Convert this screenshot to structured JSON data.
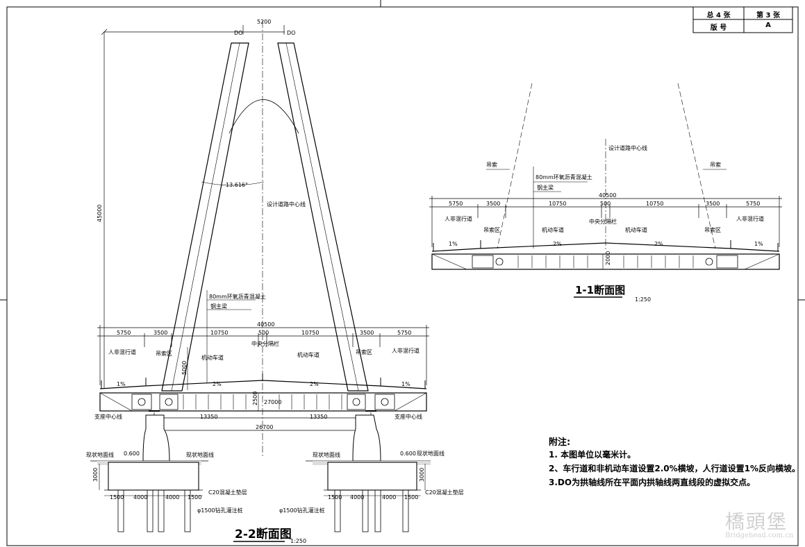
{
  "title_block": {
    "total_sheets": "总 4 张",
    "sheet_no": "第 3 张",
    "version_label": "版 号",
    "version_value": "A"
  },
  "section_11": {
    "title": "1-1断面图",
    "scale": "1:250",
    "road_centerline": "设计道路中心线",
    "hanger_left": "吊索",
    "hanger_right": "吊索",
    "pavement": "80mm环氧沥青混凝土",
    "girder": "钢主梁",
    "total_width": "40500",
    "widths": [
      "5750",
      "3500",
      "10750",
      "500",
      "10750",
      "3500",
      "5750"
    ],
    "lanes": {
      "sidewalk_left": "人非混行道",
      "anchor_left": "吊索区",
      "motor_left": "机动车道",
      "median": "中央分隔栏",
      "motor_right": "机动车道",
      "anchor_right": "吊索区",
      "sidewalk_right": "人非混行道"
    },
    "slopes": {
      "left_walk": "1%",
      "left_road": "2%",
      "right_road": "2%",
      "right_walk": "1%"
    },
    "girder_height": "2000"
  },
  "section_22": {
    "title": "2-2断面图",
    "scale": "1:250",
    "do_left": "DO",
    "do_right": "DO",
    "top_spacing": "5200",
    "tower_height": "45000",
    "angle": "13.616°",
    "road_centerline": "设计道路中心线",
    "pavement": "80mm环氧沥青混凝土",
    "girder": "钢主梁",
    "total_width": "40500",
    "widths": [
      "5750",
      "3500",
      "10750",
      "500",
      "10750",
      "3500",
      "5750"
    ],
    "lanes": {
      "sidewalk_left": "人非混行道",
      "anchor_left": "吊索区",
      "motor_left": "机动车道",
      "median": "中央分隔栏",
      "motor_right": "机动车道",
      "anchor_right": "吊索区",
      "sidewalk_right": "人非混行道"
    },
    "slopes": {
      "left_walk": "1%",
      "left_road": "2%",
      "right_road": "2%",
      "right_walk": "1%"
    },
    "clearance": "5000",
    "girder_height": "2500",
    "inner_width": "27000",
    "bearing_half_left": "13350",
    "bearing_half_right": "13350",
    "bearing_total": "26700",
    "bearing_label_left": "支座中心线",
    "bearing_label_right": "支座中心线",
    "ground_label": "现状地面线",
    "ground_elev": "0.600",
    "cap_height": "3000",
    "pile_spacing": [
      "1500",
      "4000",
      "4000",
      "1500"
    ],
    "cushion": "C20混凝土垫层",
    "pile_note": "φ1500钻孔灌注桩"
  },
  "notes": {
    "heading": "附注:",
    "items": [
      "1. 本图单位以毫米计。",
      "2、车行道和非机动车道设置2.0%横坡，人行道设置1%反向横坡。",
      "3.DO为拱轴线所在平面内拱轴线两直线段的虚拟交点。"
    ]
  },
  "watermark": {
    "brand": "橋頭堡",
    "url": "Bridgehead.com.cn"
  }
}
